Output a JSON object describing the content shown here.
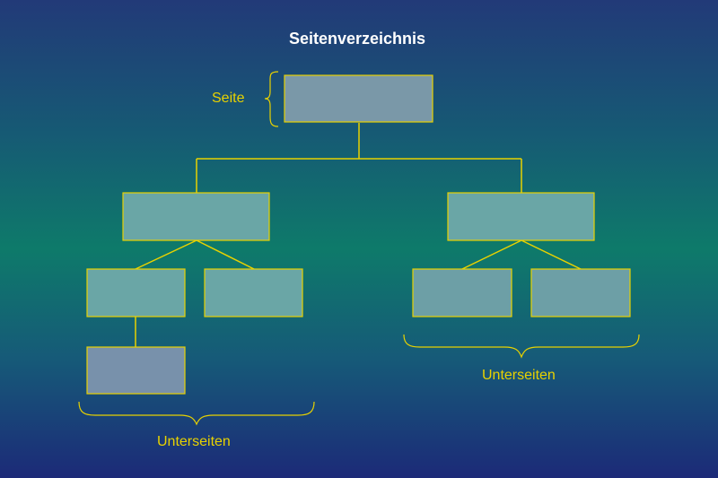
{
  "title": "Seitenverzeichnis",
  "labels": {
    "page": "Seite",
    "subpages_left": "Unterseiten",
    "subpages_right": "Unterseiten"
  },
  "colors": {
    "line": "#e8d200",
    "box_fill": "#7c99a6",
    "box_stroke": "#e8d200",
    "title": "#ffffff"
  }
}
